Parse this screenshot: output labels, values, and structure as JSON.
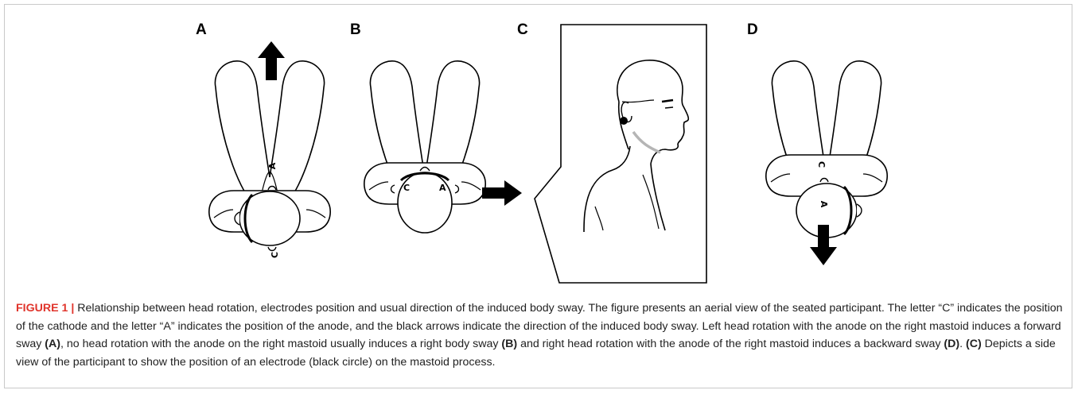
{
  "figure": {
    "panels": [
      {
        "label": "A",
        "head": "left-rotation",
        "arrow": "up",
        "electrode_labels": [
          "A",
          "C"
        ]
      },
      {
        "label": "B",
        "head": "no-rotation",
        "arrow": "right",
        "electrode_labels": [
          "C",
          "A"
        ]
      },
      {
        "label": "C",
        "view": "side-view"
      },
      {
        "label": "D",
        "head": "right-rotation",
        "arrow": "down",
        "electrode_labels": [
          "C",
          "A"
        ]
      }
    ],
    "colors": {
      "arrow": "#000000",
      "label_red": "#e0342b",
      "mastoid_line": "#b5b5b5"
    }
  },
  "caption": {
    "figure_label": "FIGURE 1 |",
    "t1": " Relationship between head rotation, electrodes position and usual direction of the induced body sway. The figure presents an aerial view of the seated participant. The letter “C” indicates the position of the cathode and the letter “A” indicates the position of the anode, and the black arrows indicate the direction of the induced body sway. Left head rotation with the anode on the right mastoid induces a forward sway ",
    "r1": "(A)",
    "t2": ", no head rotation with the anode on the right mastoid usually induces a right body sway ",
    "r2": "(B)",
    "t3": " and right head rotation with the anode of the right mastoid induces a backward sway ",
    "r3": "(D)",
    "t4": ". ",
    "r4": "(C)",
    "t5": " Depicts a side view of the participant to show the position of an electrode (black circle) on the mastoid process."
  }
}
